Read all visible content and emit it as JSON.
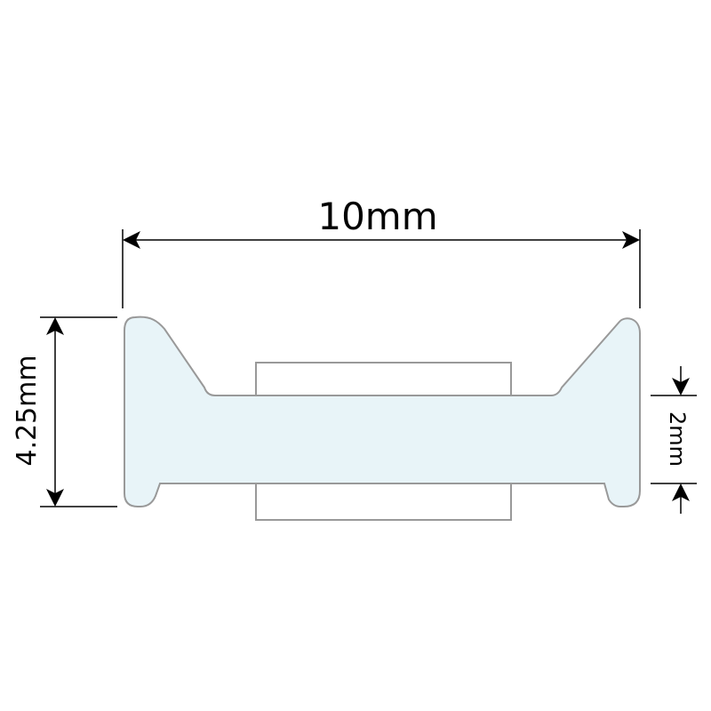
{
  "dimensions": {
    "width_label": "10mm",
    "height_label": "4.25mm",
    "thickness_label": "2mm"
  },
  "colors": {
    "profile_fill": "#e8f4f8",
    "outline": "#999999",
    "dimension_line": "#000000"
  }
}
